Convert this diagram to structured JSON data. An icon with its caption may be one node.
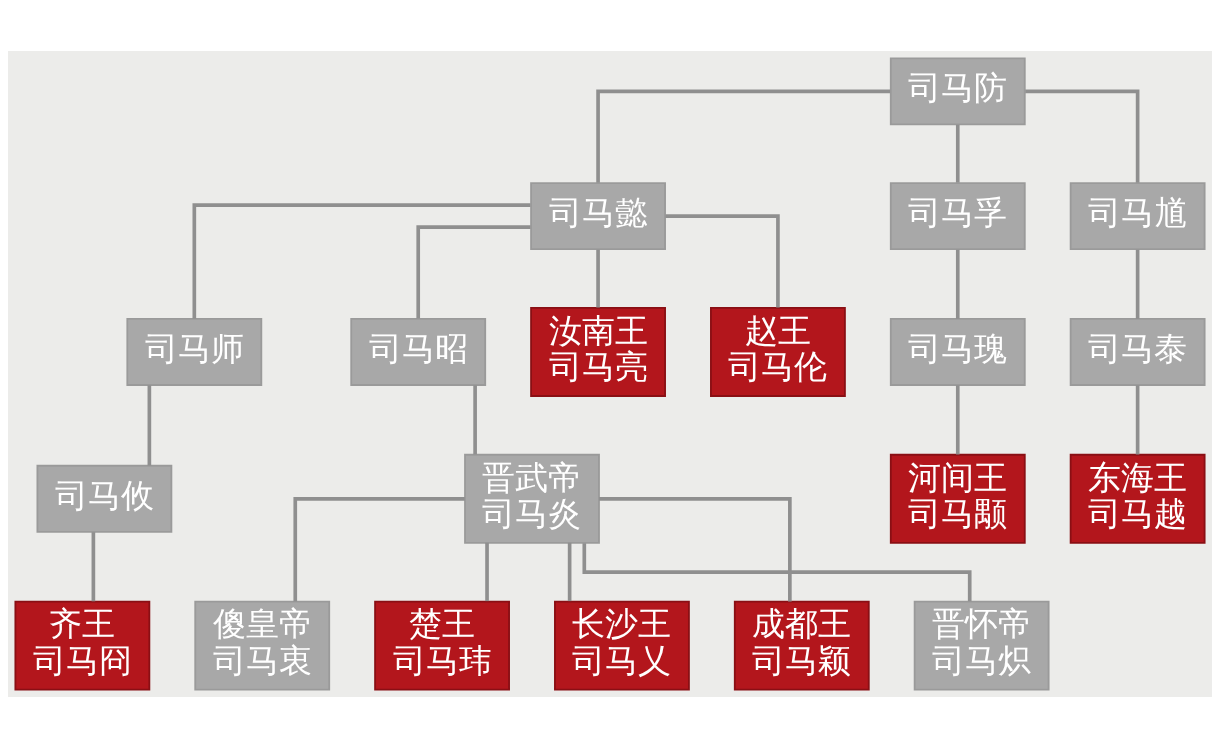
{
  "diagram": {
    "nodes": [
      {
        "text": [
          "司马防"
        ]
      },
      {
        "text": [
          "司马懿"
        ]
      },
      {
        "text": [
          "司马孚"
        ]
      },
      {
        "text": [
          "司马馗"
        ]
      },
      {
        "text": [
          "司马师"
        ]
      },
      {
        "text": [
          "司马昭"
        ]
      },
      {
        "text": [
          "汝南王",
          "司马亮"
        ]
      },
      {
        "text": [
          "赵王",
          "司马伦"
        ]
      },
      {
        "text": [
          "司马瑰"
        ]
      },
      {
        "text": [
          "司马泰"
        ]
      },
      {
        "text": [
          "司马攸"
        ]
      },
      {
        "text": [
          "晋武帝",
          "司马炎"
        ]
      },
      {
        "text": [
          "河间王",
          "司马颙"
        ]
      },
      {
        "text": [
          "东海王",
          "司马越"
        ]
      },
      {
        "text": [
          "齐王",
          "司马冏"
        ]
      },
      {
        "text": [
          "傻皇帝",
          "司马衷"
        ]
      },
      {
        "text": [
          "楚王",
          "司马玮"
        ]
      },
      {
        "text": [
          "长沙王",
          "司马乂"
        ]
      },
      {
        "text": [
          "成都王",
          "司马颖"
        ]
      },
      {
        "text": [
          "晋怀帝",
          "司马炽"
        ]
      }
    ],
    "edges": [
      {
        "from": 0,
        "to": 1,
        "arrow": "none"
      },
      {
        "from": 0,
        "to": 2,
        "arrow": "none"
      },
      {
        "from": 0,
        "to": 3,
        "arrow": "none"
      },
      {
        "from": 1,
        "to": 4,
        "arrow": "none"
      },
      {
        "from": 1,
        "to": 5,
        "arrow": "none"
      },
      {
        "from": 1,
        "to": 6,
        "arrow": "none"
      },
      {
        "from": 1,
        "to": 7,
        "arrow": "none"
      },
      {
        "from": 2,
        "to": 8,
        "arrow": "none"
      },
      {
        "from": 3,
        "to": 9,
        "arrow": "none"
      },
      {
        "from": 4,
        "to": 10,
        "arrow": "none"
      },
      {
        "from": 5,
        "to": 11,
        "arrow": "none"
      },
      {
        "from": 8,
        "to": 12,
        "arrow": "none"
      },
      {
        "from": 9,
        "to": 13,
        "arrow": "none"
      },
      {
        "from": 10,
        "to": 14,
        "arrow": "none"
      },
      {
        "from": 11,
        "to": 15,
        "arrow": "none"
      },
      {
        "from": 11,
        "to": 16,
        "arrow": "none"
      },
      {
        "from": 11,
        "to": 17,
        "arrow": "none"
      },
      {
        "from": 11,
        "to": 18,
        "arrow": "none"
      },
      {
        "from": 11,
        "to": 19,
        "arrow": "none"
      }
    ]
  }
}
